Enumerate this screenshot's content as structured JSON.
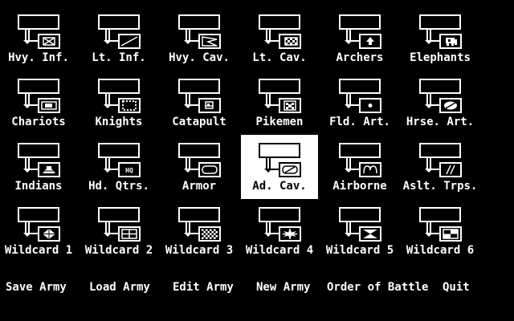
{
  "colors": {
    "background": "#000000",
    "foreground": "#ffffff"
  },
  "units": [
    {
      "label": "Hvy. Inf.",
      "symbol": "infantry-cross"
    },
    {
      "label": "Lt. Inf.",
      "symbol": "light-infantry-slash"
    },
    {
      "label": "Hvy. Cav.",
      "symbol": "heavy-cavalry-wedge"
    },
    {
      "label": "Lt. Cav.",
      "symbol": "light-cavalry-checker"
    },
    {
      "label": "Archers",
      "symbol": "archer-arrow"
    },
    {
      "label": "Elephants",
      "symbol": "elephant"
    },
    {
      "label": "Chariots",
      "symbol": "chariot"
    },
    {
      "label": "Knights",
      "symbol": "knight-dotted"
    },
    {
      "label": "Catapult",
      "symbol": "catapult"
    },
    {
      "label": "Pikemen",
      "symbol": "pike-cross"
    },
    {
      "label": "Fld. Art.",
      "symbol": "field-artillery-dot"
    },
    {
      "label": "Hrse.  Art.",
      "symbol": "horse-artillery"
    },
    {
      "label": "Indians",
      "symbol": "indians"
    },
    {
      "label": "Hd. Qtrs.",
      "symbol": "headquarters"
    },
    {
      "label": "Armor",
      "symbol": "armor-oval"
    },
    {
      "label": "Ad. Cav.",
      "symbol": "advanced-cavalry",
      "selected": true
    },
    {
      "label": "Airborne",
      "symbol": "airborne-arc"
    },
    {
      "label": "Aslt. Trps.",
      "symbol": "assault-troops-slashes"
    },
    {
      "label": "Wildcard 1",
      "symbol": "wildcard-diamond"
    },
    {
      "label": "Wildcard 2",
      "symbol": "wildcard-grid"
    },
    {
      "label": "Wildcard 3",
      "symbol": "wildcard-checker"
    },
    {
      "label": "Wildcard 4",
      "symbol": "wildcard-star"
    },
    {
      "label": "Wildcard 5",
      "symbol": "wildcard-bowtie"
    },
    {
      "label": "Wildcard 6",
      "symbol": "wildcard-quad"
    }
  ],
  "menu": [
    "Save Army",
    "Load Army",
    "Edit Army",
    "New Army",
    "Order of Battle",
    "Quit"
  ]
}
